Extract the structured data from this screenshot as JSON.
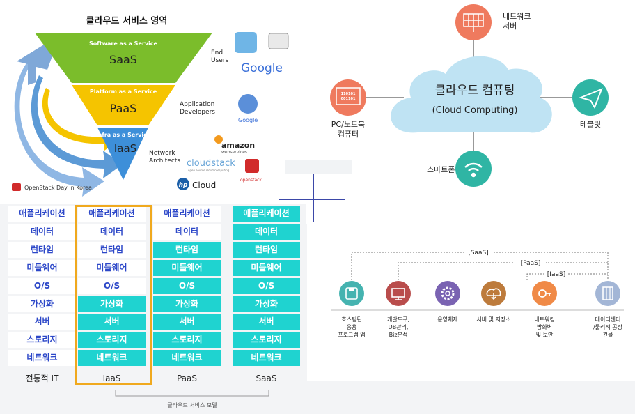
{
  "pyramid": {
    "title": "클라우드 서비스 영역",
    "layers": [
      {
        "subtitle": "Software as a Service",
        "name": "SaaS",
        "color": "#7bbd2b"
      },
      {
        "subtitle": "Platform as a Service",
        "name": "PaaS",
        "color": "#f5c400"
      },
      {
        "subtitle": "Infra as a Service",
        "name": "IaaS",
        "color": "#3d8fd9"
      }
    ],
    "users": [
      "End\nUsers",
      "Application\nDevelopers",
      "Network\nArchitects"
    ],
    "brands": {
      "google": "Google",
      "google_app": "Google",
      "amazon": "amazon",
      "amazon_sub": "webservices",
      "cloudstack": "cloudstack",
      "cloudstack_sub": "open source cloud computing",
      "openstack_small": "openstack",
      "hp": "Cloud",
      "hp_logo": "hp",
      "footer": "OpenStack Day in Korea"
    }
  },
  "cloud_diagram": {
    "center_title": "클라우드 컴퓨팅",
    "center_subtitle": "(Cloud Computing)",
    "nodes": [
      {
        "label": "네트워크\n서버",
        "icon": "solar-panel-icon",
        "color": "#ef7a5e"
      },
      {
        "label": "PC/노트북\n컴퓨터",
        "icon": "binary-screen-icon",
        "color": "#ef7a5e",
        "screen_text": "110101\n001101"
      },
      {
        "label": "테블릿",
        "icon": "paper-plane-icon",
        "color": "#2fb5a4"
      },
      {
        "label": "스마트폰",
        "icon": "wifi-icon",
        "color": "#2fb5a4"
      }
    ]
  },
  "stack_table": {
    "rows": [
      "애플리케이션",
      "데이터",
      "런타임",
      "미들웨어",
      "O/S",
      "가상화",
      "서버",
      "스토리지",
      "네트워크"
    ],
    "columns": [
      {
        "caption": "전통적 IT",
        "managed_from": 9
      },
      {
        "caption": "IaaS",
        "managed_from": 5,
        "highlighted": true
      },
      {
        "caption": "PaaS",
        "managed_from": 2
      },
      {
        "caption": "SaaS",
        "managed_from": 0
      }
    ],
    "service_model_label": "클라우드 서비스 모델",
    "colors": {
      "managed": "#1fd3d0",
      "self": "#ffffff",
      "highlight": "#f0a91e",
      "text": "#2c47c8"
    }
  },
  "service_layers": {
    "brackets": [
      "[SaaS]",
      "[PaaS]",
      "[IaaS]"
    ],
    "items": [
      {
        "label": "호스팅된\n응용\n프로그램 앱",
        "icon": "save-icon",
        "color": "#45b3b0"
      },
      {
        "label": "개발도구,\nDB관리,\nBiz분석",
        "icon": "monitor-icon",
        "color": "#b94d4c"
      },
      {
        "label": "운영체제",
        "icon": "gear-icon",
        "color": "#7a63b2"
      },
      {
        "label": "서버 및 저장소",
        "icon": "cloud-download-icon",
        "color": "#bd7b3c"
      },
      {
        "label": "네트워킹\n방화벽\n및 보안",
        "icon": "key-icon",
        "color": "#f08a47"
      },
      {
        "label": "데이터센터\n/물리적 공장\n건물",
        "icon": "building-icon",
        "color": "#a3b6d6"
      }
    ]
  }
}
